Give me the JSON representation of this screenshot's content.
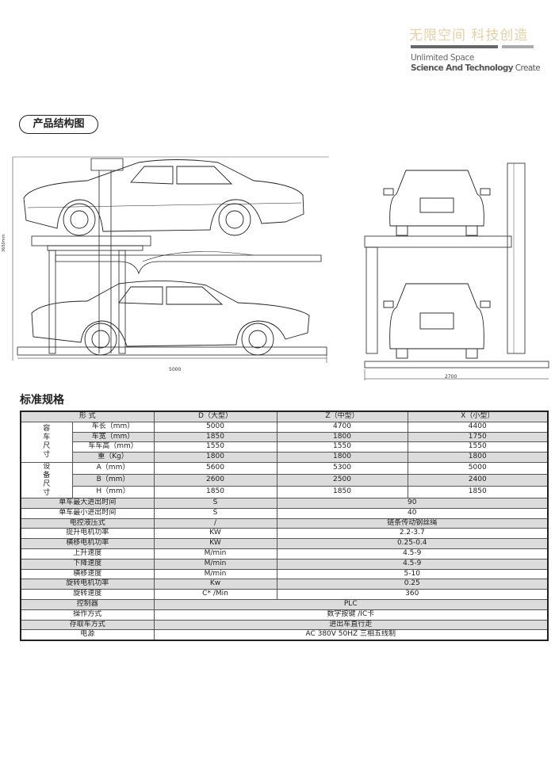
{
  "header": {
    "slogan_cn": "无限空间  科技创造",
    "slogan_en_line1": "Unlimited Space",
    "slogan_en_line2_bold": "Science And Technology",
    "slogan_en_line2_rest": "Create",
    "accent_color": "#e6cfa3"
  },
  "section1": {
    "title": "产品结构图",
    "dim_height": "3650mm",
    "dim_length": "5000",
    "dim_width": "2700"
  },
  "section2": {
    "title": "标准规格",
    "header": [
      "形 式",
      "D（大型）",
      "Z（中型）",
      "X（小型）"
    ],
    "group1_label": "容车尺寸",
    "group1_rows": [
      {
        "label": "车长（mm）",
        "values": [
          "5000",
          "4700",
          "4400"
        ]
      },
      {
        "label": "车宽（mm）",
        "values": [
          "1850",
          "1800",
          "1750"
        ]
      },
      {
        "label": "车车高（mm）",
        "values": [
          "1550",
          "1550",
          "1550"
        ]
      },
      {
        "label": "重（Kg）",
        "values": [
          "1800",
          "1800",
          "1800"
        ]
      }
    ],
    "group2_label": "设备尺寸",
    "group2_rows": [
      {
        "label": "A（mm）",
        "values": [
          "5600",
          "5300",
          "5000"
        ]
      },
      {
        "label": "B（mm）",
        "values": [
          "2600",
          "2500",
          "2400"
        ]
      },
      {
        "label": "H（mm）",
        "values": [
          "1850",
          "1850",
          "1850"
        ]
      }
    ],
    "unit_rows": [
      {
        "label": "单车最大进出时间",
        "unit": "S",
        "value": "90"
      },
      {
        "label": "单车最小进出时间",
        "unit": "S",
        "value": "40"
      },
      {
        "label": "电控液压式",
        "unit": "/",
        "value": "链条传动钢丝绳"
      },
      {
        "label": "提升电机功率",
        "unit": "KW",
        "value": "2.2-3.7"
      },
      {
        "label": "横移电机功率",
        "unit": "KW",
        "value": "0.25-0.4"
      },
      {
        "label": "上升速度",
        "unit": "M/min",
        "value": "4.5-9"
      },
      {
        "label": "下降速度",
        "unit": "M/min",
        "value": "4.5-9"
      },
      {
        "label": "横移速度",
        "unit": "M/min",
        "value": "5-10"
      },
      {
        "label": "旋转电机功率",
        "unit": "Kw",
        "value": "0.25"
      },
      {
        "label": "旋转速度",
        "unit": "C* /Min",
        "value": "360"
      }
    ],
    "span_rows": [
      {
        "label": "控制器",
        "value": "PLC"
      },
      {
        "label": "操作方式",
        "value": "数字按键 /IC卡"
      },
      {
        "label": "存取车方式",
        "value": "进出车直行走"
      },
      {
        "label": "电源",
        "value": "AC 380V 50HZ   三相五线制"
      }
    ]
  }
}
